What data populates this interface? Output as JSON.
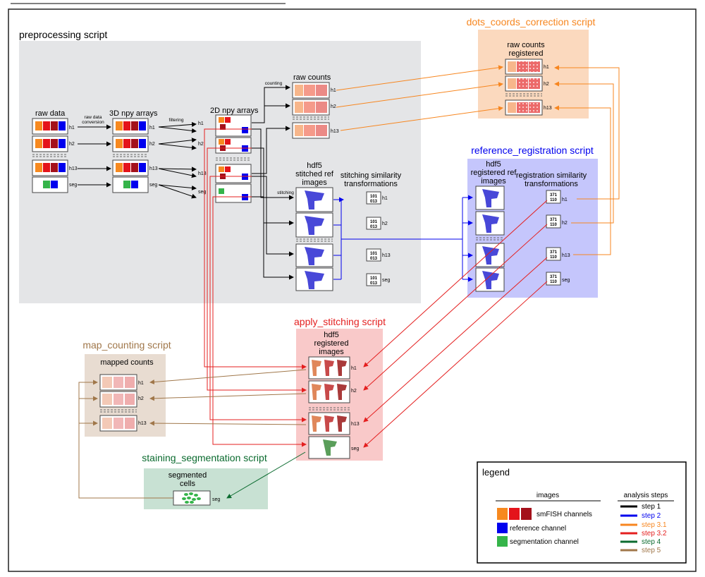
{
  "colors": {
    "step1": "#000000",
    "step2": "#0000ee",
    "step31": "#f7861f",
    "step32": "#e41f1f",
    "step4": "#0b6b2f",
    "step5": "#a0774a",
    "smfish1": "#f7891f",
    "smfish2": "#e4141b",
    "smfish3": "#a4111b",
    "reference": "#0000ee",
    "segmentation": "#35b44a",
    "preproc_bg": "#e4e5e7",
    "dots_bg": "#fbd9be",
    "refreg_bg": "#c5c6fc",
    "stitch_bg": "#f9c9c9",
    "map_bg": "#e8dcd1",
    "seg_bg": "#c8e1d3"
  },
  "scripts": {
    "preprocessing": "preprocessing script",
    "dots": "dots_coords_correction script",
    "refreg": "reference_registration script",
    "stitching": "apply_stitching script",
    "mapcount": "map_counting script",
    "segmentation": "staining_segmentation script"
  },
  "headings": {
    "raw_data": "raw data",
    "npy3d": "3D npy arrays",
    "npy2d": "2D npy arrays",
    "raw_counts": "raw counts",
    "hdf5_stitched": [
      "hdf5",
      "stitched ref",
      "images"
    ],
    "stitch_sim": [
      "stitching similarity",
      "transformations"
    ],
    "raw_counts_reg": [
      "raw counts",
      "registered"
    ],
    "hdf5_reg_ref": [
      "hdf5",
      "registered ref",
      "images"
    ],
    "reg_sim": [
      "registration similarity",
      "transformations"
    ],
    "hdf5_reg_img": [
      "hdf5",
      "registered",
      "images"
    ],
    "mapped_counts": "mapped counts",
    "segmented_cells": [
      "segmented",
      "cells"
    ]
  },
  "arrows": {
    "raw_conv": [
      "raw data",
      "conversion"
    ],
    "filtering": "filtering",
    "counting": "counting",
    "stitching": "stitching"
  },
  "labels": {
    "h1": "h1",
    "h2": "h2",
    "h13": "h13",
    "seg": "seg"
  },
  "matrix": {
    "row1": "101",
    "row2": "013",
    "reg_row1": "371",
    "reg_row2": "110"
  },
  "legend": {
    "title": "legend",
    "images_header": "images",
    "steps_header": "analysis steps",
    "items": [
      {
        "label": "smFISH channels"
      },
      {
        "label": "reference channel"
      },
      {
        "label": "segmentation channel"
      }
    ],
    "steps": [
      {
        "label": "step 1",
        "color": "#000000"
      },
      {
        "label": "step 2",
        "color": "#0000ee"
      },
      {
        "label": "step 3.1",
        "color": "#f7861f"
      },
      {
        "label": "step 3.2",
        "color": "#e41f1f"
      },
      {
        "label": "step 4",
        "color": "#0b6b2f"
      },
      {
        "label": "step 5",
        "color": "#a0774a"
      }
    ]
  }
}
